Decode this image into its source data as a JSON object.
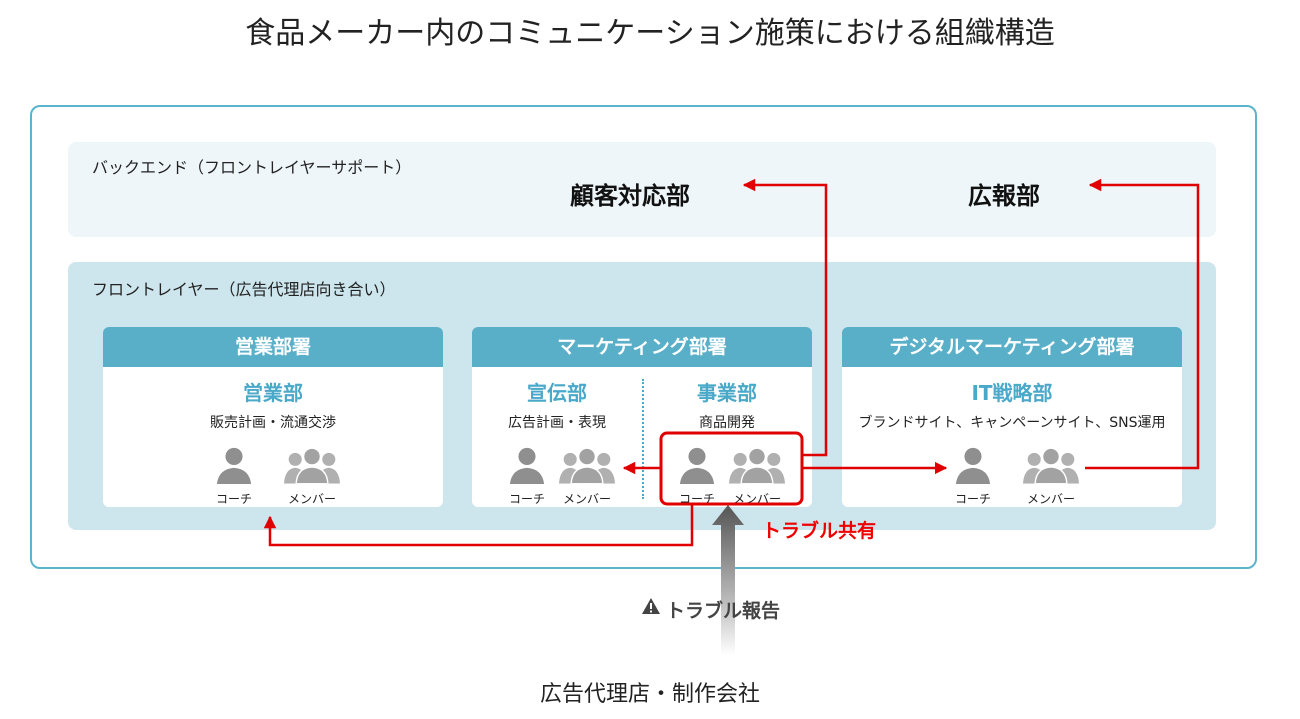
{
  "title": "食品メーカー内のコミュニケーション施策における組織構造",
  "backend": {
    "label": "バックエンド（フロントレイヤーサポート）",
    "departments": [
      "顧客対応部",
      "広報部"
    ]
  },
  "front": {
    "label": "フロントレイヤー（広告代理店向き合い）",
    "cards": [
      {
        "header": "営業部署",
        "units": [
          {
            "title": "営業部",
            "desc": "販売計画・流通交渉"
          }
        ]
      },
      {
        "header": "マーケティング部署",
        "units": [
          {
            "title": "宣伝部",
            "desc": "広告計画・表現"
          },
          {
            "title": "事業部",
            "desc": "商品開発"
          }
        ]
      },
      {
        "header": "デジタルマーケティング部署",
        "units": [
          {
            "title": "IT戦略部",
            "desc": "ブランドサイト、キャンペーンサイト、SNS運用"
          }
        ]
      }
    ],
    "roles": {
      "coach": "コーチ",
      "member": "メンバー"
    }
  },
  "annotations": {
    "share": "トラブル共有",
    "report": "トラブル報告"
  },
  "agency": "広告代理店・制作会社",
  "colors": {
    "accent": "#5aafc8",
    "alert": "#e00000",
    "frame": "#5ab4cc"
  }
}
